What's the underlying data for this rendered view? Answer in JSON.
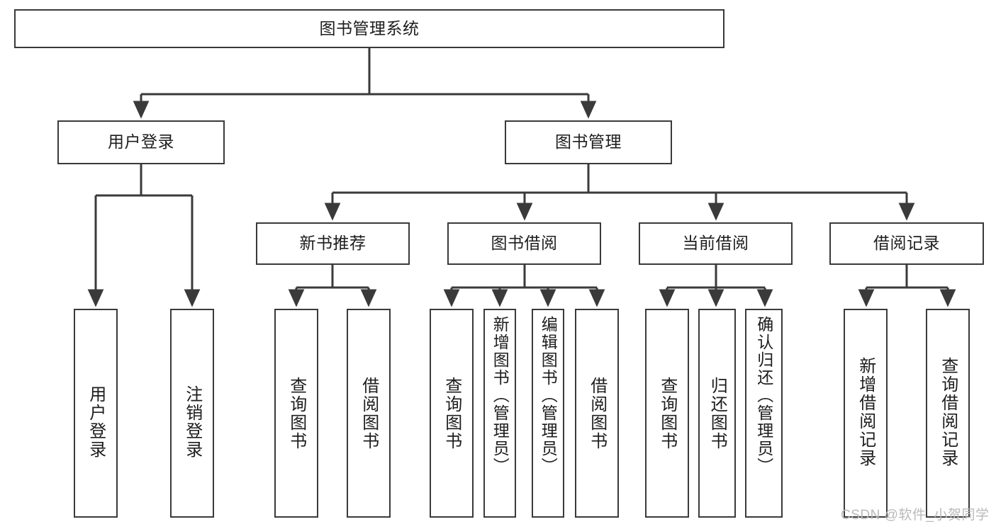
{
  "diagram": {
    "title": "图书管理系统",
    "type": "tree-hierarchy-chart",
    "root": {
      "label": "图书管理系统"
    },
    "level2": [
      {
        "label": "用户登录"
      },
      {
        "label": "图书管理"
      }
    ],
    "level3": [
      {
        "label": "新书推荐"
      },
      {
        "label": "图书借阅"
      },
      {
        "label": "当前借阅"
      },
      {
        "label": "借阅记录"
      }
    ],
    "leaves": {
      "user_login": [
        {
          "label": "用户登录"
        },
        {
          "label": "注销登录"
        }
      ],
      "new_book_recommend": [
        {
          "label": "查询图书"
        },
        {
          "label": "借阅图书"
        }
      ],
      "book_borrow": [
        {
          "label": "查询图书"
        },
        {
          "label": "新增图书（管理员）"
        },
        {
          "label": "编辑图书（管理员）"
        },
        {
          "label": "借阅图书"
        }
      ],
      "current_borrow": [
        {
          "label": "查询图书"
        },
        {
          "label": "归还图书"
        },
        {
          "label": "确认归还（管理员）"
        }
      ],
      "borrow_record": [
        {
          "label": "新增借阅记录"
        },
        {
          "label": "查询借阅记录"
        }
      ]
    }
  },
  "watermark": {
    "text": "CSDN @软件_小贺同学"
  },
  "colors": {
    "border": "#3a3a3a",
    "text": "#1d1d1d",
    "background": "#ffffff",
    "watermark": "#b9b9b9"
  }
}
